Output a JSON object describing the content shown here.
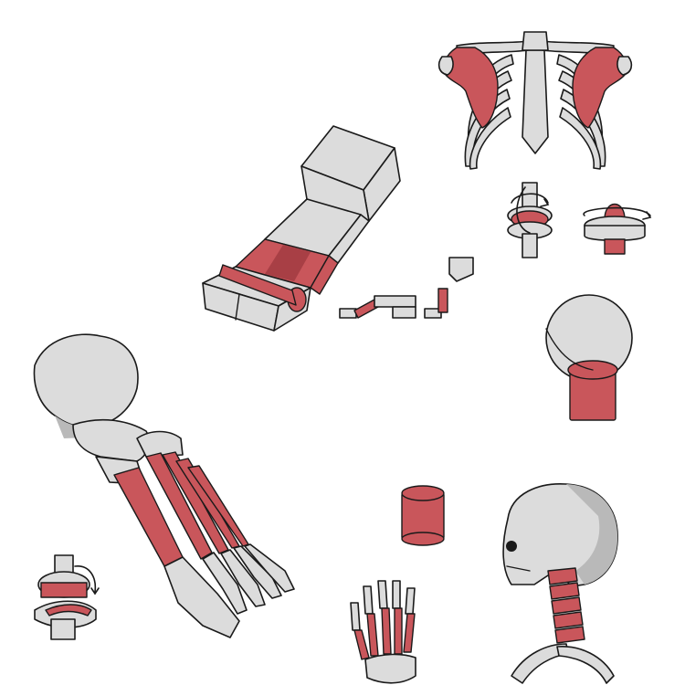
{
  "colors": {
    "bone": "#dcdcdc",
    "bone_shadow": "#b9b9b9",
    "muscle": "#c9565b",
    "muscle_dark": "#a83f45",
    "outline": "#1a1a1a",
    "background": "#ffffff"
  },
  "figures": [
    "rib-cage-with-scapulae",
    "box-model-of-foot",
    "ball-joint-rotation-model",
    "pivot-joint-model",
    "hinge-finger-models",
    "sphere-on-cylinder-model",
    "foot-skeleton",
    "hinge-joint-model",
    "cylinder-model",
    "hand-skeleton",
    "skull-and-cervical-spine"
  ]
}
